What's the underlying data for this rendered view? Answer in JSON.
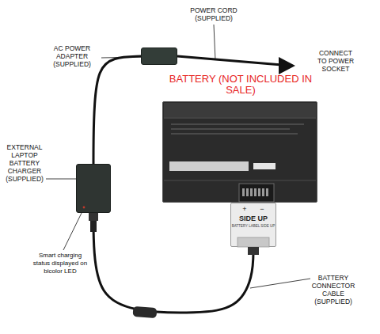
{
  "diagram": {
    "nodes": [
      {
        "text": [
          "AC POWER ADAPTER (SUPPLIED)"
        ]
      },
      {
        "text": [
          "EXTERNAL LAPTOP BATTERY CHARGER (SUPPLIED)"
        ]
      },
      {
        "text": [
          "BATTERY (NOT INCLUDED IN SALE)"
        ]
      },
      {
        "text": [
          "+",
          "−",
          "SIDE UP",
          "BATTERY LABEL SIDE UP"
        ]
      }
    ],
    "edges": [
      {
        "from": 0,
        "to": 1,
        "arrow": "none"
      },
      {
        "from": 1,
        "to": 3,
        "arrow": "none"
      }
    ],
    "labels": [
      "POWER CORD (SUPPLIED)",
      "CONNECT TO POWER SOCKET",
      "Smart charging status displayed on bicolor LED",
      "BATTERY CONNECTOR CABLE (SUPPLIED)"
    ]
  }
}
